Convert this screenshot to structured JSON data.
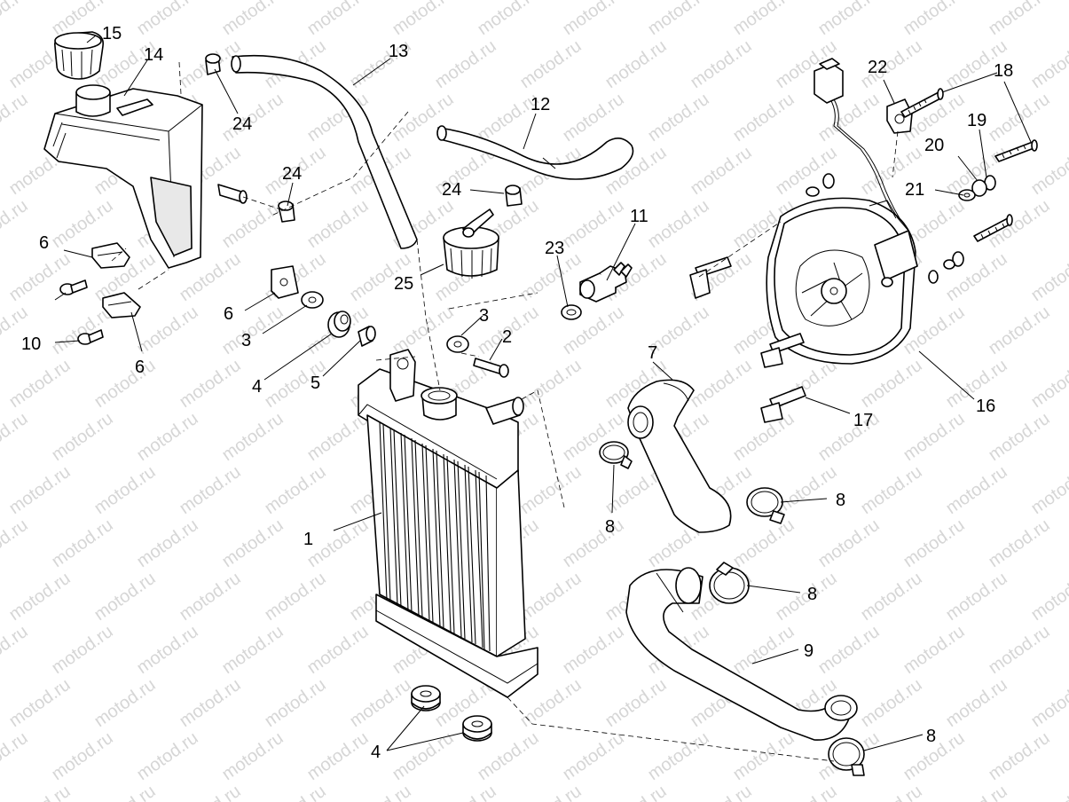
{
  "watermark": "motod.ru",
  "callouts": {
    "c1": "1",
    "c2": "2",
    "c3a": "3",
    "c3b": "3",
    "c4a": "4",
    "c4b": "4",
    "c5": "5",
    "c6a": "6",
    "c6b": "6",
    "c6c": "6",
    "c7": "7",
    "c8a": "8",
    "c8b": "8",
    "c8c": "8",
    "c8d": "8",
    "c9": "9",
    "c10": "10",
    "c11": "11",
    "c12": "12",
    "c13": "13",
    "c14": "14",
    "c15": "15",
    "c16": "16",
    "c17": "17",
    "c18": "18",
    "c19": "19",
    "c20": "20",
    "c21": "21",
    "c22": "22",
    "c23": "23",
    "c24a": "24",
    "c24b": "24",
    "c24c": "24",
    "c25": "25"
  }
}
